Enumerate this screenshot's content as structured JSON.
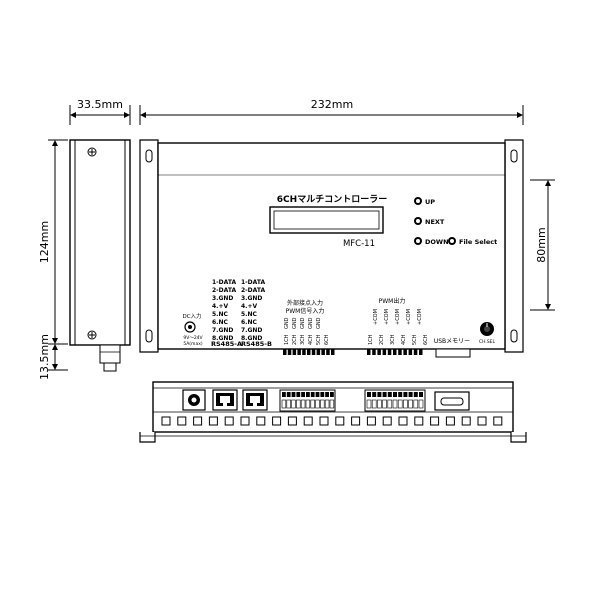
{
  "dimensions": {
    "side_width": "33.5mm",
    "front_width": "232mm",
    "side_height": "124mm",
    "front_height": "80mm",
    "bottom_offset": "13.5mm"
  },
  "display": {
    "title": "6CHマルチコントローラー",
    "model": "MFC-11"
  },
  "buttons": {
    "up": "UP",
    "next": "NEXT",
    "down": "DOWN",
    "file_select": "File Select"
  },
  "rs485_a": {
    "pins": [
      "1-DATA",
      "2-DATA",
      "3.GND",
      "4.+V",
      "5.NC",
      "6.NC",
      "7.GND",
      "8.GND"
    ],
    "label": "RS485-A"
  },
  "rs485_b": {
    "pins": [
      "1-DATA",
      "2-DATA",
      "3.GND",
      "4.+V",
      "5.NC",
      "6.NC",
      "7.GND",
      "8.GND"
    ],
    "label": "RS485-B"
  },
  "dc_input": {
    "title": "DC入力",
    "voltage": "9V〜24V",
    "current": "5A(max)"
  },
  "input_block": {
    "title1": "外部接点入力",
    "title2": "PWM信号入力",
    "labels": [
      "1CH",
      "GND",
      "2CH",
      "GND",
      "3CH",
      "GND",
      "4CH",
      "GND",
      "5CH",
      "GND",
      "6CH"
    ]
  },
  "pwm_block": {
    "title": "PWM出力",
    "labels": [
      "1CH",
      "+COM",
      "2CH",
      "+COM",
      "3CH",
      "+COM",
      "4CH",
      "+COM",
      "5CH",
      "+COM",
      "6CH"
    ]
  },
  "usb_label": "USBメモリー",
  "knob_label": "CH.SEL"
}
